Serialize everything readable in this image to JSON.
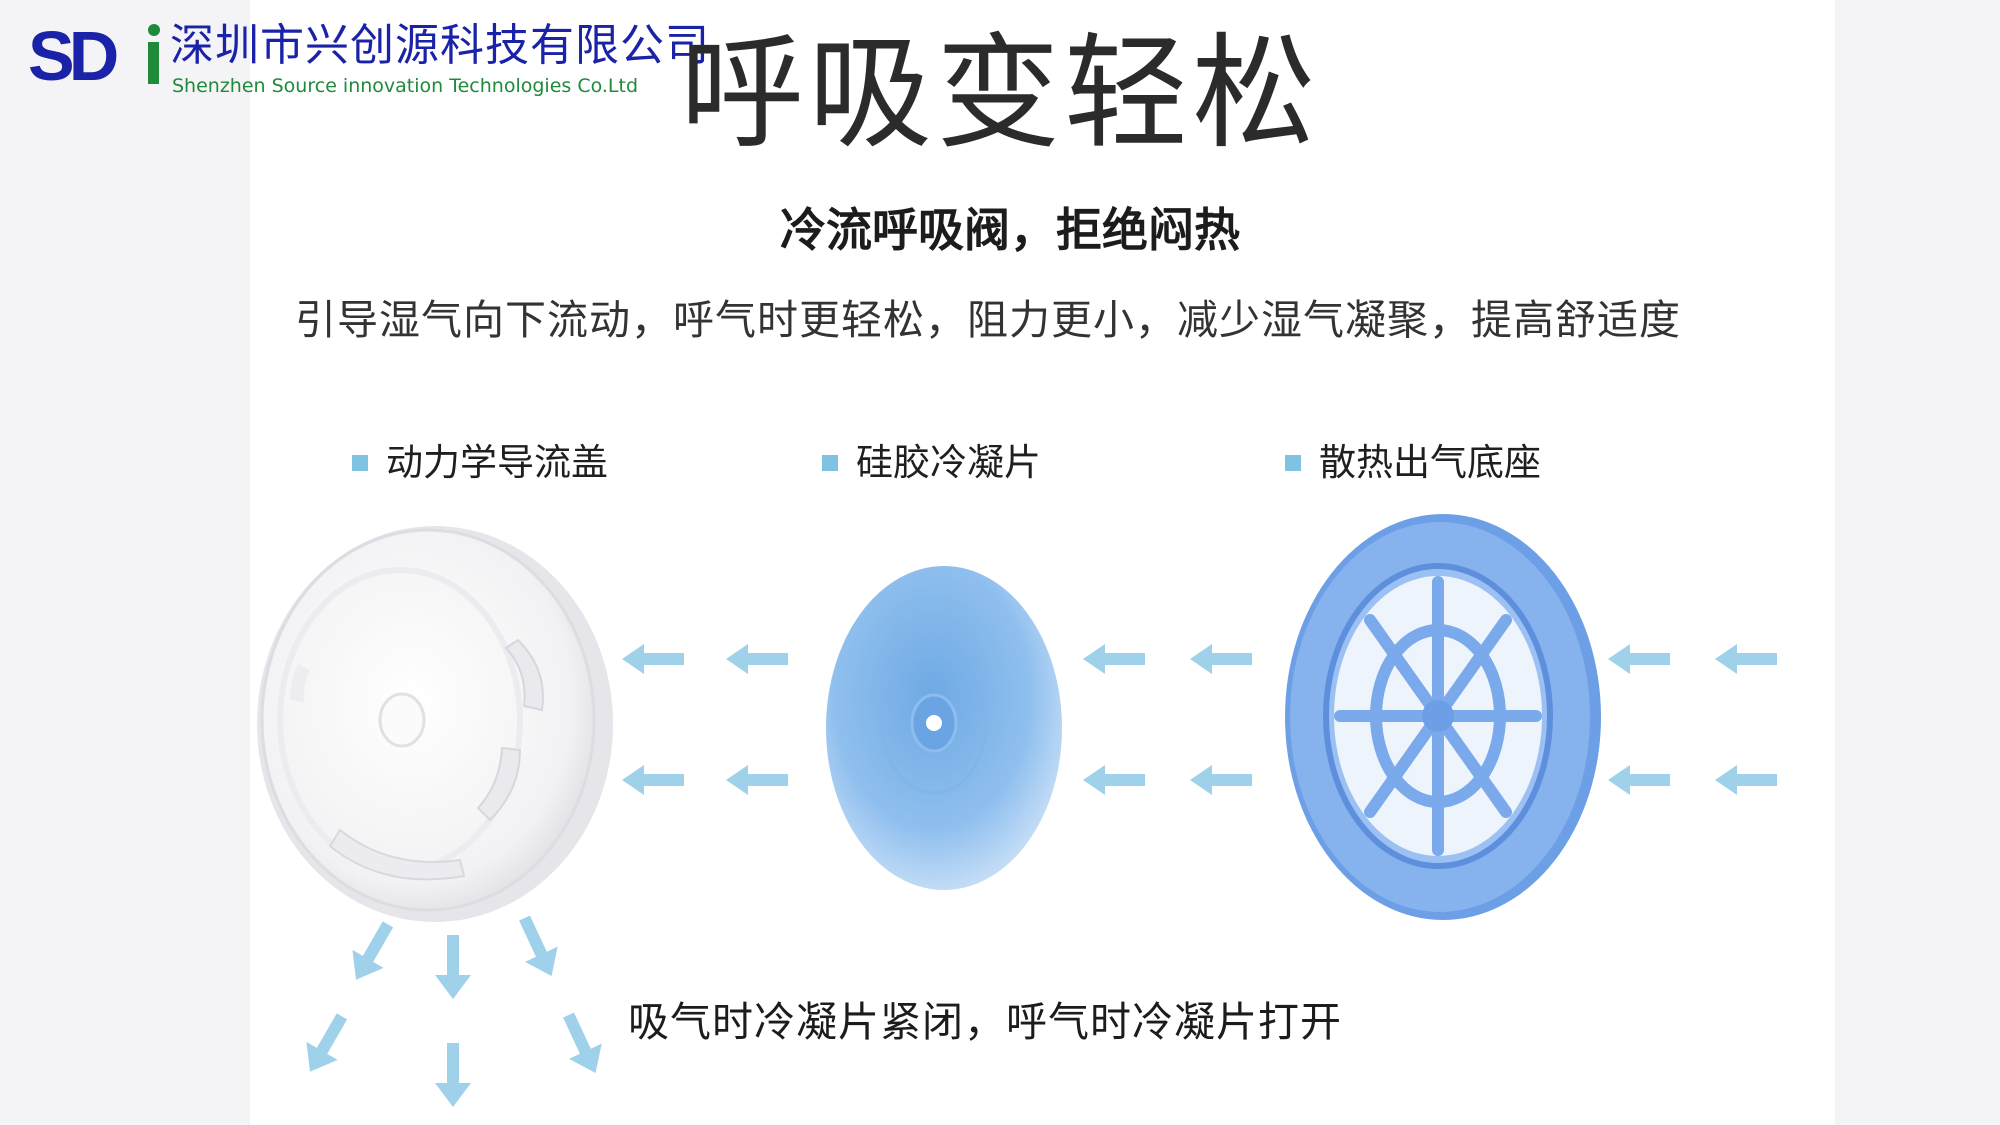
{
  "brand": {
    "logo_text": "SDi",
    "company_cn": "深圳市兴创源科技有限公司",
    "company_en": "Shenzhen Source innovation Technologies Co.Ltd",
    "colors": {
      "logo_blue": "#1a23a8",
      "logo_green": "#1f8a3a"
    }
  },
  "heading": {
    "title": "呼吸变轻松",
    "subtitle": "冷流呼吸阀，拒绝闷热",
    "description": "引导湿气向下流动，呼气时更轻松，阻力更小，减少湿气凝聚，提高舒适度"
  },
  "components": [
    {
      "label": "动力学导流盖",
      "icon": "square-bullet"
    },
    {
      "label": "硅胶冷凝片",
      "icon": "square-bullet"
    },
    {
      "label": "散热出气底座",
      "icon": "square-bullet"
    }
  ],
  "airflow": {
    "direction": "right-to-left",
    "arrow_icon": "left-arrow-icon",
    "exhaust_icon": "down-arrow-icon",
    "arrow_color": "#9fd2ea"
  },
  "note": "吸气时冷凝片紧闭，呼气时冷凝片打开",
  "colors": {
    "accent_blue": "#6ea9e6",
    "bullet": "#7fc3e3",
    "title_text": "#2b2b2b"
  }
}
